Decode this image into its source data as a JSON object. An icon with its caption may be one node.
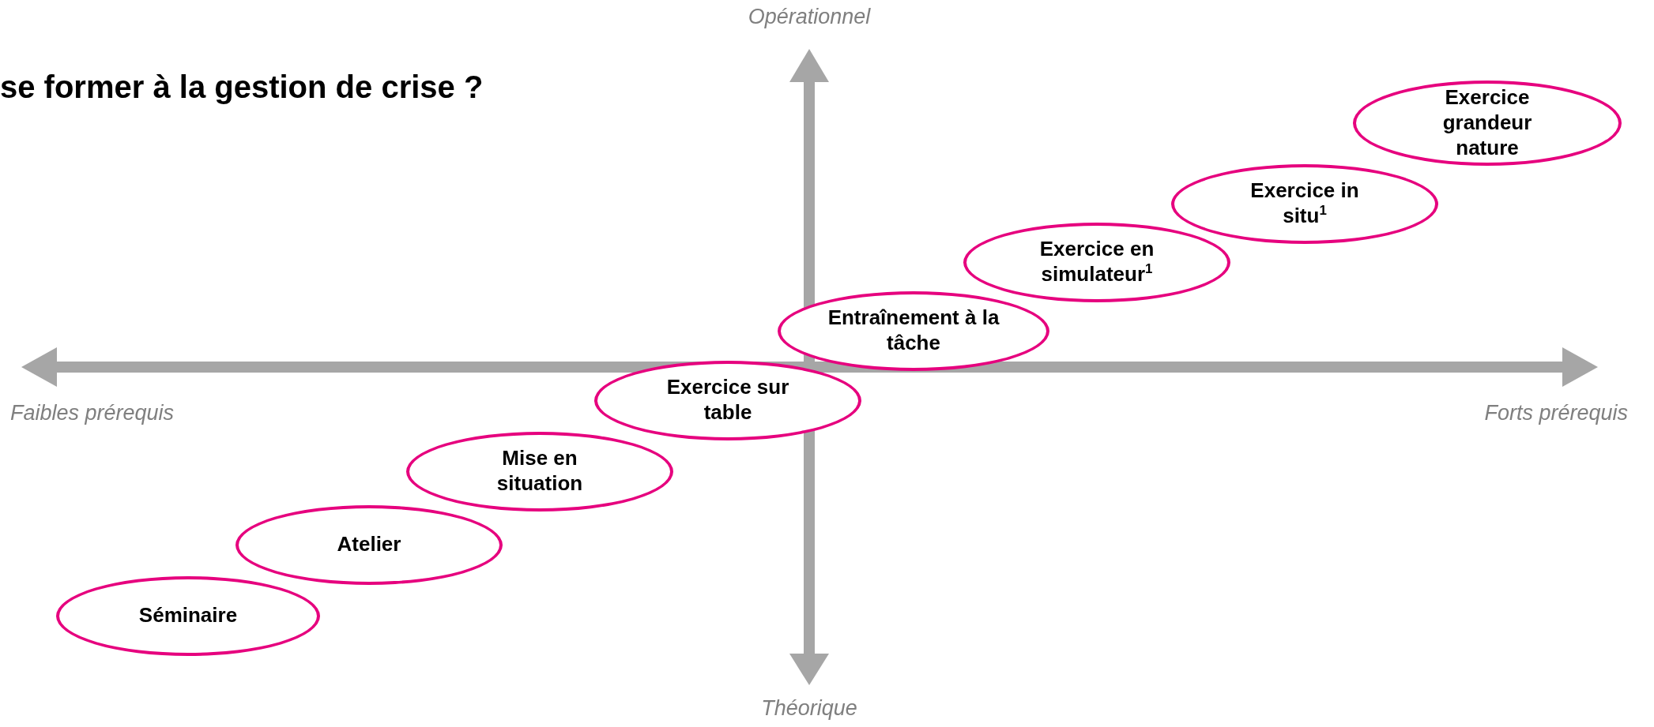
{
  "diagram": {
    "title": "se former à la gestion de crise ?",
    "nodes": [
      {
        "text": [
          "Séminaire"
        ]
      },
      {
        "text": [
          "Atelier"
        ]
      },
      {
        "text": [
          "Mise en situation"
        ]
      },
      {
        "text": [
          "Exercice sur table"
        ]
      },
      {
        "text": [
          "Entraînement à la tâche"
        ]
      },
      {
        "text": [
          "Exercice en simulateur$^{1}$"
        ]
      },
      {
        "text": [
          "Exercice in situ$^{1}$"
        ]
      },
      {
        "text": [
          "Exercice grandeur nature"
        ]
      }
    ],
    "labels": [
      "Opérationnel",
      "Faibles prérequis",
      "Forts prérequis",
      "Théorique"
    ]
  }
}
